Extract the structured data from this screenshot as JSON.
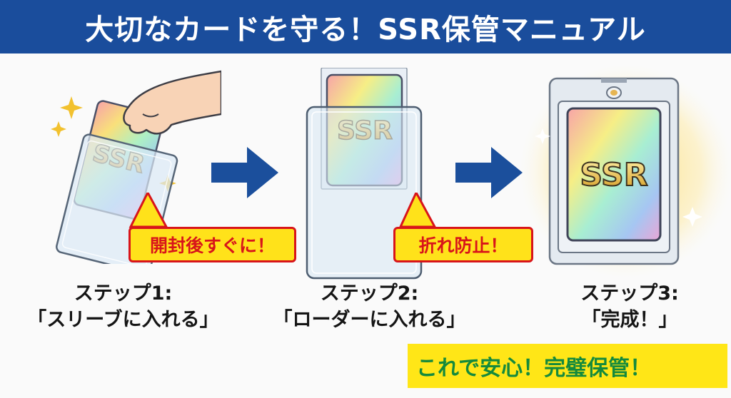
{
  "header": {
    "title": "大切なカードを守る！SSR保管マニュアル",
    "background_color": "#1a4d9c"
  },
  "steps": [
    {
      "label": "ステップ1:",
      "action": "「スリーブに入れる」",
      "callout": "開封後すぐに！",
      "card_text": "SSR",
      "illustration": "hand-inserting-card-into-sleeve"
    },
    {
      "label": "ステップ2:",
      "action": "「ローダーに入れる」",
      "callout": "折れ防止！",
      "card_text": "SSR",
      "illustration": "card-in-toploader"
    },
    {
      "label": "ステップ3:",
      "action": "「完成！」",
      "card_text": "SSR",
      "illustration": "card-in-magnetic-holder"
    }
  ],
  "arrows": [
    "arrow-right-icon",
    "arrow-right-icon"
  ],
  "footer": {
    "banner_text": "これで安心！完璧保管！"
  },
  "colors": {
    "accent_blue": "#1a4d9c",
    "callout_yellow": "#ffe21a",
    "callout_red": "#d8141a",
    "banner_yellow": "#ffe617",
    "banner_green": "#158a3c",
    "ssr_gold": "#e2b53a"
  }
}
